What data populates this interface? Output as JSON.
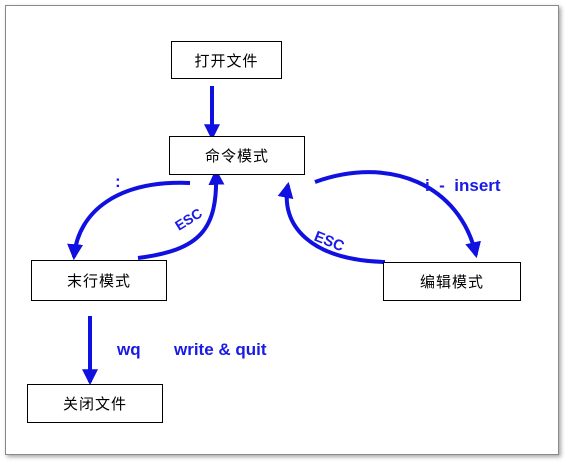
{
  "nodes": {
    "open_file": "打开文件",
    "command_mode": "命令模式",
    "last_line_mode": "末行模式",
    "edit_mode": "编辑模式",
    "close_file": "关闭文件"
  },
  "edges": {
    "colon": ":",
    "esc_last_line": "ESC",
    "esc_edit": "ESC",
    "insert": "i  -  insert",
    "wq": "wq",
    "write_quit": "write & quit"
  },
  "colors": {
    "arrow": "#1010e0",
    "label": "#1a1ae6"
  }
}
